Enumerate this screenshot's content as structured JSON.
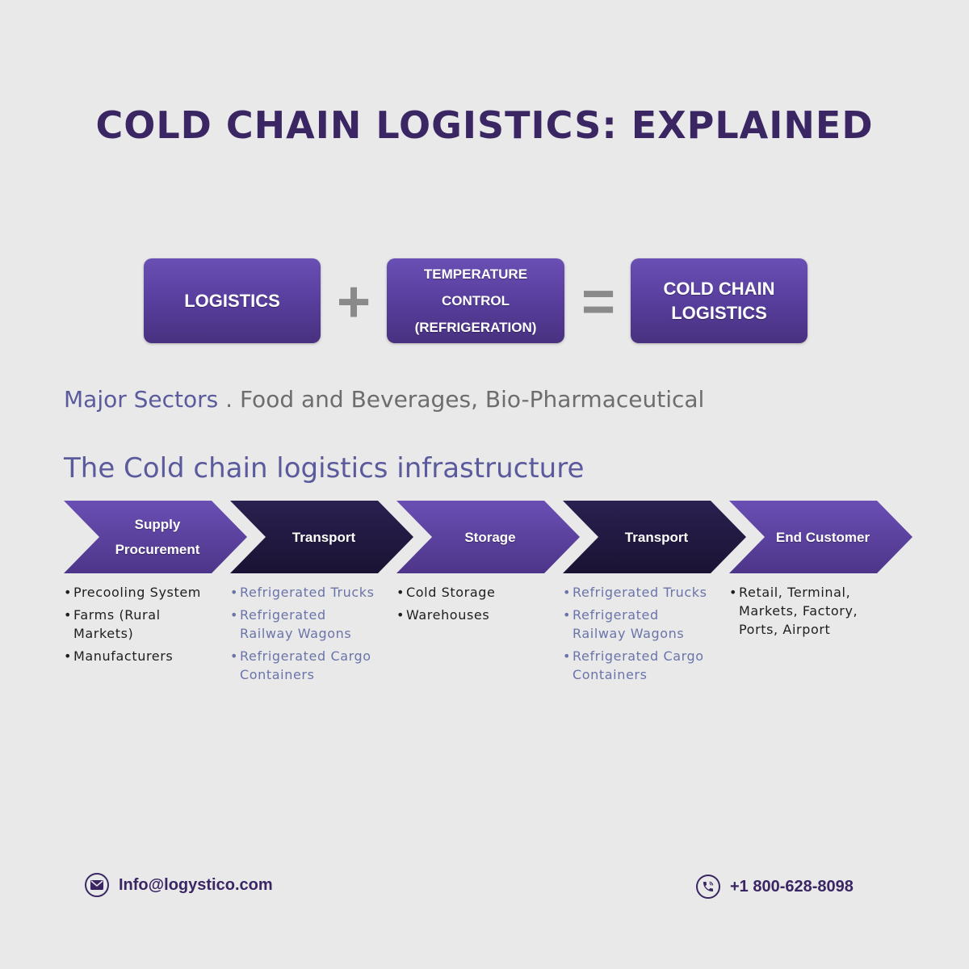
{
  "title": "COLD CHAIN LOGISTICS: EXPLAINED",
  "equation": {
    "box1": "LOGISTICS",
    "operator1": "+",
    "box2": "TEMPERATURE\nCONTROL\n(REFRIGERATION)",
    "operator2": "=",
    "box3": "COLD CHAIN\nLOGISTICS"
  },
  "sectors": {
    "lead": "Major Sectors",
    "text": " . Food and Beverages, Bio-Pharmaceutical"
  },
  "infrastructure_title": "The Cold chain logistics infrastructure",
  "stages": [
    {
      "label": "Supply\nProcurement",
      "style": "purple",
      "items": [
        "Precooling System",
        "Farms (Rural Markets)",
        "Manufacturers"
      ]
    },
    {
      "label": "Transport",
      "style": "dark",
      "items": [
        "Refrigerated Trucks",
        "Refrigerated Railway Wagons",
        "Refrigerated Cargo Containers"
      ]
    },
    {
      "label": "Storage",
      "style": "purple",
      "items": [
        "Cold Storage",
        "Warehouses"
      ]
    },
    {
      "label": "Transport",
      "style": "dark",
      "items": [
        "Refrigerated Trucks",
        "Refrigerated Railway Wagons",
        "Refrigerated Cargo Containers"
      ]
    },
    {
      "label": "End Customer",
      "style": "purple",
      "items": [
        "Retail, Terminal, Markets, Factory, Ports, Airport"
      ]
    }
  ],
  "colors": {
    "purple": "#5a3f9e",
    "dark": "#221a3f",
    "title": "#3a2663"
  },
  "contact": {
    "email_icon": "envelope-icon",
    "email": "Info@logystico.com",
    "phone_icon": "phone-icon",
    "phone": "+1 800-628-8098"
  }
}
